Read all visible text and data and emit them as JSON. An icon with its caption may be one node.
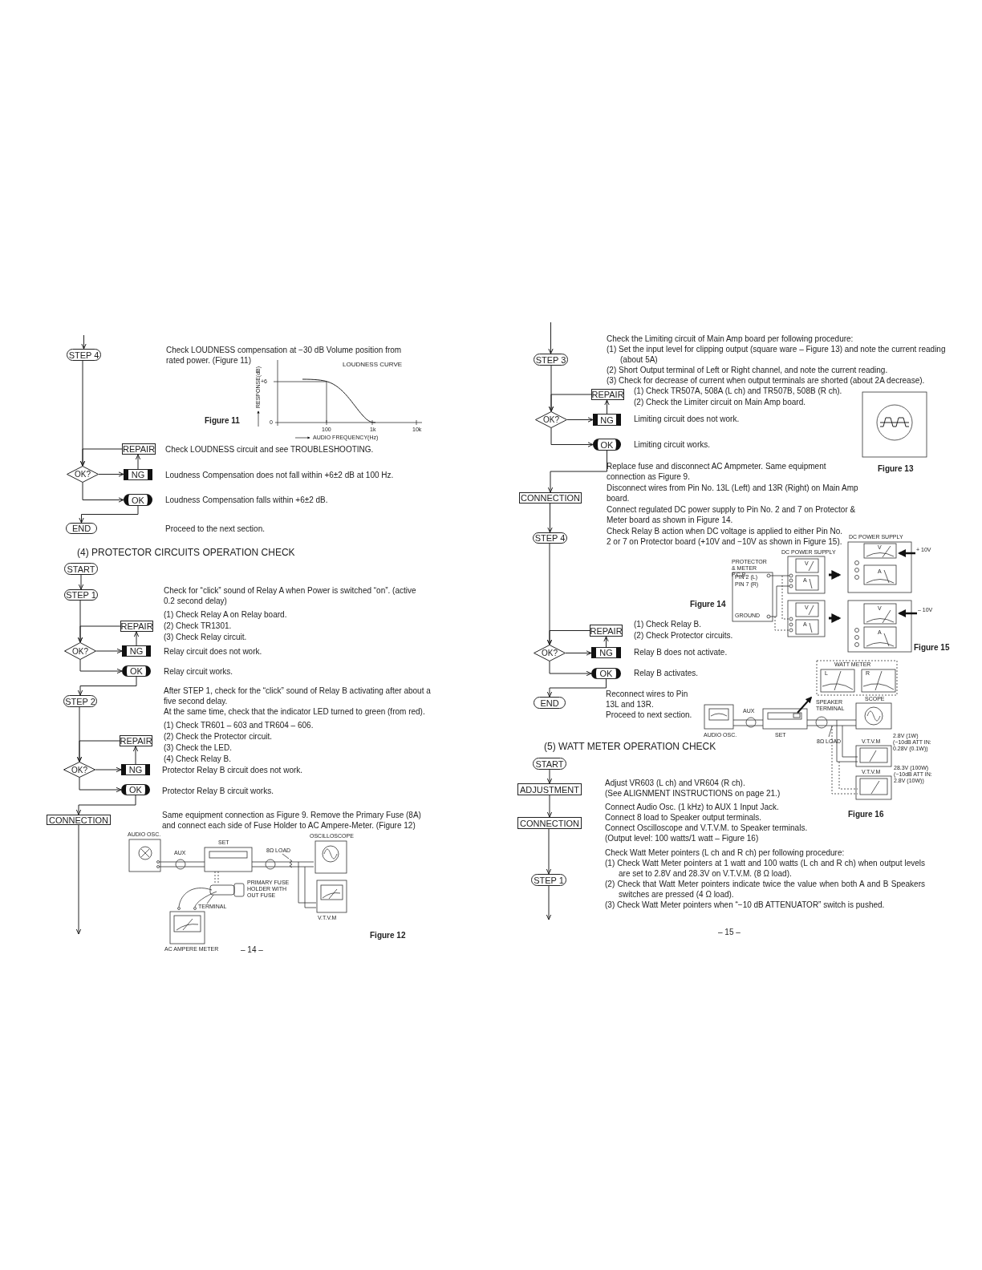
{
  "diagram": {
    "nodes": [
      {
        "text": [
          "STEP 4"
        ]
      },
      {
        "text": [
          "REPAIR"
        ],
        "beside": [
          "Check LOUDNESS circuit and see TROUBLESHOOTING."
        ]
      },
      {
        "text": [
          "OK?"
        ]
      },
      {
        "text": [
          "NG"
        ],
        "beside": [
          "Loudness Compensation does not fall within +6±2 dB at 100 Hz."
        ]
      },
      {
        "text": [
          "OK"
        ],
        "beside": [
          "Loudness Compensation falls within +6±2 dB."
        ]
      },
      {
        "text": [
          "END"
        ]
      },
      {
        "text": [
          "START"
        ]
      },
      {
        "text": [
          "STEP 1"
        ]
      },
      {
        "text": [
          "REPAIR"
        ],
        "beside": [
          "(1) Check Relay A on Relay board.",
          "(2) Check TR1301.",
          "(3) Check Relay circuit."
        ]
      },
      {
        "text": [
          "OK?"
        ]
      },
      {
        "text": [
          "NG"
        ],
        "beside": [
          "Relay circuit does not work."
        ]
      },
      {
        "text": [
          "OK"
        ],
        "beside": [
          "Relay circuit works."
        ]
      },
      {
        "text": [
          "STEP 2"
        ]
      },
      {
        "text": [
          "REPAIR"
        ],
        "beside": [
          "(1) Check TR601 – 603 and TR604 – 606.",
          "(2) Check the Protector circuit.",
          "(3) Check the LED.",
          "(4) Check Relay B."
        ]
      },
      {
        "text": [
          "OK?"
        ]
      },
      {
        "text": [
          "NG"
        ],
        "beside": [
          "Protector Relay B circuit does not work."
        ]
      },
      {
        "text": [
          "OK"
        ],
        "beside": [
          "Protector Relay B circuit works."
        ]
      },
      {
        "text": [
          "CONNECTION"
        ]
      },
      {
        "text": [
          "STEP 3"
        ]
      },
      {
        "text": [
          "REPAIR"
        ],
        "beside": [
          "(1) Check TR507A, 508A (L ch) and TR507B, 508B (R ch).",
          "(2) Check the Limiter circuit on Main Amp board."
        ]
      },
      {
        "text": [
          "OK?"
        ]
      },
      {
        "text": [
          "NG"
        ],
        "beside": [
          "Limiting circuit does not work."
        ]
      },
      {
        "text": [
          "OK"
        ],
        "beside": [
          "Limiting circuit works."
        ]
      },
      {
        "text": [
          "CONNECTION"
        ]
      },
      {
        "text": [
          "STEP 4"
        ]
      },
      {
        "text": [
          "REPAIR"
        ],
        "beside": [
          "(1) Check Relay B.",
          "(2) Check Protector circuits."
        ]
      },
      {
        "text": [
          "OK?"
        ]
      },
      {
        "text": [
          "NG"
        ],
        "beside": [
          "Relay B does not activate."
        ]
      },
      {
        "text": [
          "OK"
        ],
        "beside": [
          "Relay B activates."
        ]
      },
      {
        "text": [
          "END"
        ]
      },
      {
        "text": [
          "START"
        ]
      },
      {
        "text": [
          "ADJUSTMENT"
        ]
      },
      {
        "text": [
          "CONNECTION"
        ]
      },
      {
        "text": [
          "STEP 1"
        ]
      }
    ],
    "edges": [
      {
        "from": null,
        "to": 0,
        "arrow": "to"
      },
      {
        "from": 0,
        "to": 2,
        "arrow": "to"
      },
      {
        "from": 1,
        "to": 2,
        "arrow": "to"
      },
      {
        "from": 2,
        "to": 3,
        "arrow": "to"
      },
      {
        "from": 3,
        "to": 1,
        "arrow": "to"
      },
      {
        "from": 2,
        "to": 4,
        "arrow": "to"
      },
      {
        "from": 4,
        "to": 5,
        "arrow": "to"
      },
      {
        "from": 6,
        "to": 7,
        "arrow": "to"
      },
      {
        "from": 7,
        "to": 9,
        "arrow": "to"
      },
      {
        "from": 8,
        "to": 9,
        "arrow": "to"
      },
      {
        "from": 9,
        "to": 10,
        "arrow": "to"
      },
      {
        "from": 10,
        "to": 8,
        "arrow": "to"
      },
      {
        "from": 9,
        "to": 11,
        "arrow": "to"
      },
      {
        "from": 11,
        "to": 12,
        "arrow": "to"
      },
      {
        "from": 12,
        "to": 14,
        "arrow": "to"
      },
      {
        "from": 13,
        "to": 14,
        "arrow": "to"
      },
      {
        "from": 14,
        "to": 15,
        "arrow": "to"
      },
      {
        "from": 15,
        "to": 13,
        "arrow": "to"
      },
      {
        "from": 14,
        "to": 16,
        "arrow": "to"
      },
      {
        "from": 16,
        "to": 17,
        "arrow": "to"
      },
      {
        "from": 17,
        "to": null,
        "arrow": "to"
      },
      {
        "from": null,
        "to": 18,
        "arrow": "to"
      },
      {
        "from": 18,
        "to": 20,
        "arrow": "to"
      },
      {
        "from": 19,
        "to": 20,
        "arrow": "to"
      },
      {
        "from": 20,
        "to": 21,
        "arrow": "to"
      },
      {
        "from": 21,
        "to": 19,
        "arrow": "to"
      },
      {
        "from": 20,
        "to": 22,
        "arrow": "to"
      },
      {
        "from": 22,
        "to": 23,
        "arrow": "to"
      },
      {
        "from": 23,
        "to": 24,
        "arrow": "to"
      },
      {
        "from": 24,
        "to": 26,
        "arrow": "to"
      },
      {
        "from": 25,
        "to": 26,
        "arrow": "to"
      },
      {
        "from": 26,
        "to": 27,
        "arrow": "to"
      },
      {
        "from": 27,
        "to": 25,
        "arrow": "to"
      },
      {
        "from": 26,
        "to": 28,
        "arrow": "to"
      },
      {
        "from": 28,
        "to": 29,
        "arrow": "to"
      },
      {
        "from": 30,
        "to": 31,
        "arrow": "to"
      },
      {
        "from": 31,
        "to": 32,
        "arrow": "to"
      },
      {
        "from": 32,
        "to": 33,
        "arrow": "to"
      },
      {
        "from": 33,
        "to": null,
        "arrow": "to"
      }
    ],
    "labels": [
      "Check LOUDNESS compensation at −30 dB Volume position from rated power. (Figure 11)",
      "LOUDNESS CURVE",
      "+6",
      "RESPONSE(dB)",
      "Figure 11",
      "0",
      "100",
      "1k",
      "10k",
      "AUDIO FREQUENCY(Hz)",
      "Proceed to the next section.",
      "(4) PROTECTOR CIRCUITS OPERATION CHECK",
      "Check for “click” sound of Relay A when Power is switched “on”. (active 0.2 second delay)",
      "After STEP 1, check for the “click” sound of Relay B activating after about a five second delay.",
      "At the same time, check that the indicator LED turned to green (from red).",
      "Same equipment connection as Figure 9. Remove the Primary Fuse (8A) and connect each side of Fuse Holder to AC Ampere-Meter. (Figure 12)",
      "AUDIO OSC.",
      "SET",
      "OSCILLOSCOPE",
      "AUX",
      "8Ω LOAD",
      "PRIMARY FUSE HOLDER WITH OUT FUSE",
      "TERMINAL",
      "V.T.V.M",
      "Figure 12",
      "AC AMPERE METER",
      "– 14 –",
      "Check the Limiting circuit of Main Amp board per following procedure:",
      "(1) Set the input level for clipping output (square ware – Figure 13) and note the current reading (about 5A)",
      "(2) Short Output terminal of Left or Right channel, and note the current reading.",
      "(3) Check for decrease of current when output terminals are shorted (about 2A decrease).",
      "Figure 13",
      "Replace fuse and disconnect AC Ampmeter. Same equipment connection as Figure 9.",
      "Disconnect wires from Pin No. 13L (Left) and 13R (Right) on Main Amp board.",
      "Connect regulated DC power supply to Pin No. 2 and 7 on Protector & Meter board as shown in Figure 14.",
      "Check Relay B action when DC voltage is applied to either Pin No. 2 or 7 on Protector board (+10V and −10V as shown in Figure 15).",
      "DC POWER SUPPLY",
      "+ 10V",
      "V",
      "DC POWER SUPPLY",
      "PROTECTOR & METER P.C.B.",
      "V",
      "PIN 2 (L)",
      "PIN 7 (R)",
      "A",
      "A",
      "Figure 14",
      "V",
      "– 10V",
      "V",
      "GROUND",
      "A",
      "A",
      "Figure 15",
      "WATT METER",
      "L",
      "R",
      "Reconnect wires to Pin 13L and 13R.",
      "Proceed to next section.",
      "SPEAKER TERMINAL",
      "SCOPE",
      "AUX",
      "AUDIO OSC.",
      "SET",
      "(5) WATT METER OPERATION CHECK",
      "8Ω LOAD",
      "V.T.V.M",
      "2.8V (1W)",
      "(−10dB ATT IN: 0.28V (0.1W))",
      "V.T.V.M",
      "28.3V (100W)",
      "(−10dB ATT IN: 2.8V (10W))",
      "Adjust VR603 (L ch) and VR604 (R ch).",
      "(See ALIGNMENT INSTRUCTIONS on page 21.)",
      "Figure 16",
      "Connect Audio Osc. (1 kHz) to AUX 1 Input Jack.",
      "Connect 8 load to Speaker output terminals.",
      "Connect Oscilloscope and V.T.V.M. to Speaker terminals.",
      "(Output level: 100 watts/1 watt – Figure 16)",
      "Check Watt Meter pointers (L ch and R ch) per following procedure:",
      "(1) Check Watt Meter pointers at 1 watt and 100 watts (L ch and R ch) when output levels are set to 2.8V and 28.3V on V.T.V.M. (8 Ω load).",
      "(2) Check that Watt Meter pointers indicate twice the value when both A and B Speakers switches are pressed (4 Ω load).",
      "(3) Check Watt Meter pointers when “−10 dB ATTENUATOR” switch is pushed.",
      "– 15 –"
    ]
  }
}
